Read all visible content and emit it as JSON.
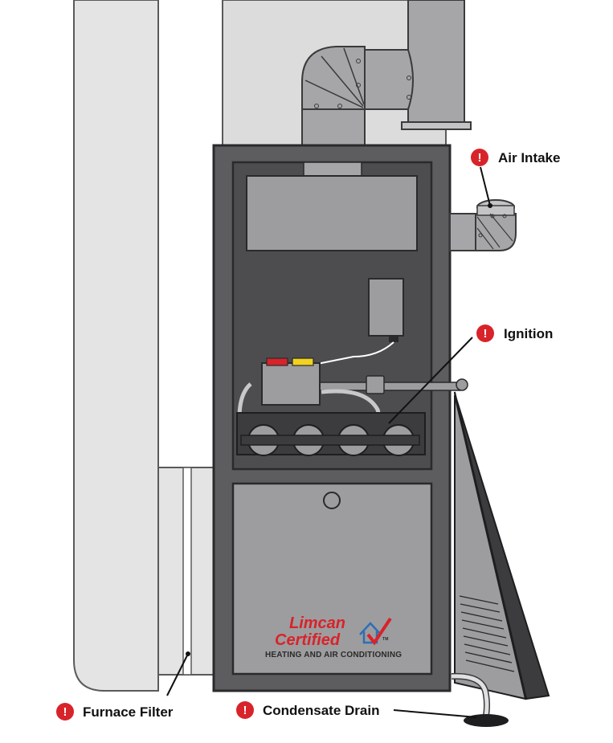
{
  "callouts": {
    "air_intake": "Air Intake",
    "ignition": "Ignition",
    "furnace_filter": "Furnace Filter",
    "condensate_drain": "Condensate Drain"
  },
  "logo": {
    "line1": "Limcan",
    "line2": "Certified",
    "tagline": "HEATING AND AIR CONDITIONING",
    "trademark": "TM"
  },
  "icons": {
    "alert": "exclamation-circle-icon",
    "alert_symbol": "!"
  },
  "colors": {
    "alert_red": "#d8232a",
    "furnace_body": "#5d5d5f",
    "cabinet_inner": "#4d4d4f",
    "panel_gray": "#9d9d9f",
    "duct_light": "#e4e4e5",
    "pipe_gray": "#a6a6a8",
    "logo_red": "#d8232a",
    "logo_blue": "#2e6fb5"
  }
}
